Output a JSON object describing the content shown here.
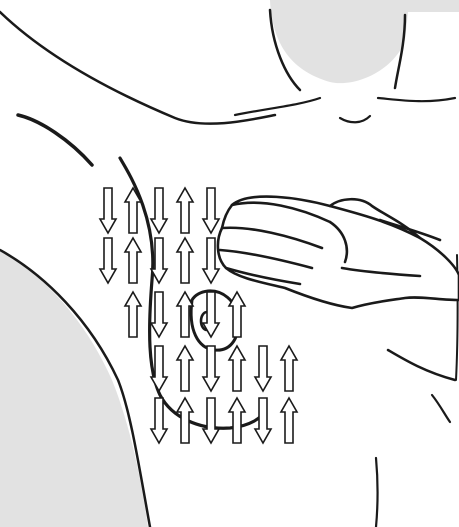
{
  "illustration": {
    "subject": "breast-self-exam-vertical-strip-pattern",
    "line_color": "#1a1a1a",
    "skin_color": "#ffffff",
    "background_color": "#e2e2e2",
    "arrow_fill": "#ffffff",
    "arrow_stroke": "#1a1a1a",
    "pattern": {
      "type": "vertical-strip",
      "rows": [
        [
          "down",
          "up",
          "down",
          "up",
          "down"
        ],
        [
          "down",
          "up",
          "down",
          "up",
          "down"
        ],
        [
          "up",
          "down",
          "up",
          "down",
          "up"
        ],
        [
          "down",
          "up",
          "down",
          "up",
          "down",
          "up"
        ],
        [
          "down",
          "up",
          "down",
          "up",
          "down",
          "up"
        ]
      ]
    }
  }
}
